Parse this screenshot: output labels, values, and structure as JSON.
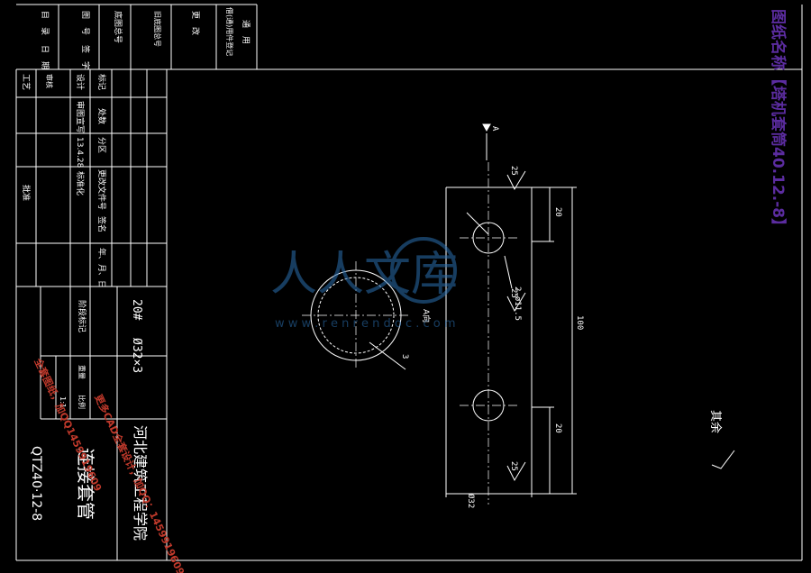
{
  "title_block": {
    "top_labels": [
      "目　录",
      "图　号",
      "底图总号",
      "旧底图总号",
      "更　改",
      "借(通)用件登记",
      "通　用"
    ],
    "date_label": "日　期",
    "sign_label": "签　字",
    "revision_row": [
      "标记",
      "处数",
      "分区",
      "更改文件号",
      "签名",
      "年、月、日"
    ],
    "design_row": [
      "设计",
      "审图宣写",
      "13.4.28",
      "标准化"
    ],
    "craft_labels": [
      "工艺",
      "审核"
    ],
    "approval_label": "批准",
    "stage_label": "阶段标记",
    "weight_label": "重量",
    "scale_label": "比例",
    "scale_value": "1:1",
    "material": "20#",
    "stock_size": "Ø32×3",
    "school": "河北建筑工程学院",
    "part_name": "连接套管",
    "drawing_no": "QTZ40·12-8"
  },
  "right_header": "图纸名称【塔机套筒40.12.-8】",
  "drawing": {
    "section_label": "A",
    "dim_top": "20",
    "dim_total": "100",
    "dim_bottom": "20",
    "dim_hole": "2-ø11.5",
    "dim_dia": "Ø32",
    "roughness_1": "25",
    "roughness_2": "25",
    "roughness_3": "25",
    "view_label": "A向",
    "wall_label": "3",
    "rest_roughness": "其余"
  },
  "watermark": {
    "logo_text": "人人文库",
    "url": "w w w . r e n r e n d o c . c o m",
    "stamp_lines": [
      "全套图纸，加QQ1459919609",
      "更多CAD全套设计，加QQ：1459919609"
    ]
  }
}
